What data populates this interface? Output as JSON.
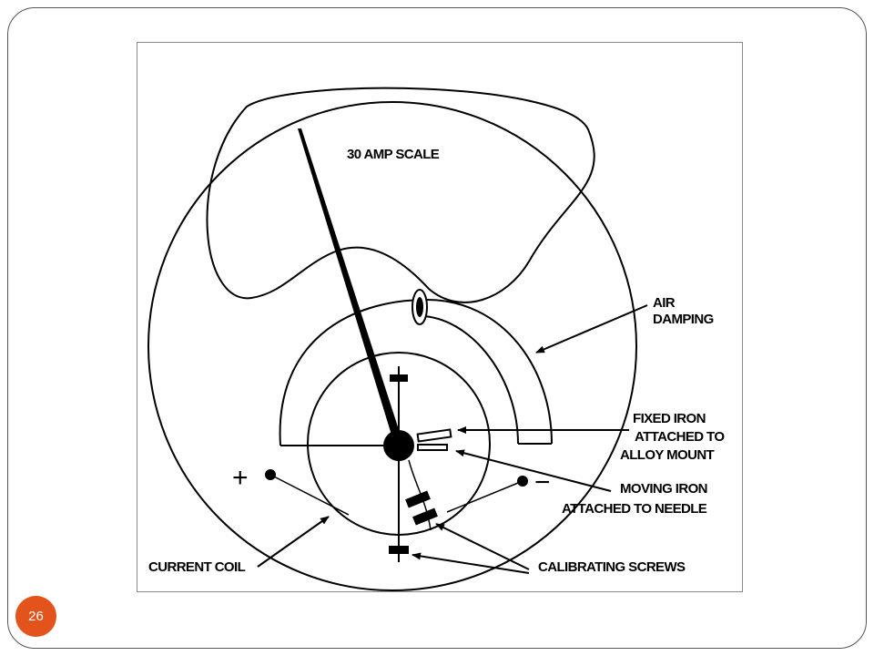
{
  "slide": {
    "page_number": "26"
  },
  "diagram": {
    "labels": {
      "scale": "30 AMP SCALE",
      "air_damping_line1": "AIR",
      "air_damping_line2": "DAMPING",
      "fixed_iron_line1": "FIXED IRON",
      "fixed_iron_line2": "ATTACHED TO",
      "fixed_iron_line3": "ALLOY MOUNT",
      "moving_iron_line1": "MOVING IRON",
      "moving_iron_line2": "ATTACHED TO NEEDLE",
      "current_coil": "CURRENT COIL",
      "calibrating_screws": "CALIBRATING SCREWS",
      "plus": "+",
      "minus": "−"
    },
    "colors": {
      "ink": "#000000",
      "badge": "#e2541c"
    }
  }
}
